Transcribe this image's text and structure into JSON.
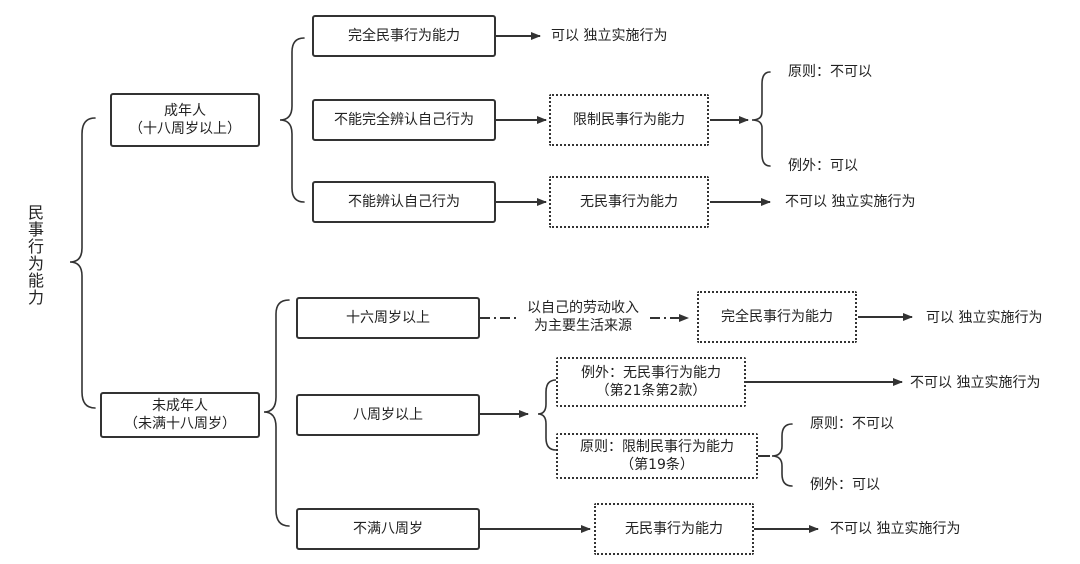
{
  "root": {
    "label": "民事行为能力"
  },
  "adult": {
    "title": "成年人",
    "subtitle": "（十八周岁以上）",
    "full": {
      "condition": "完全民事行为能力",
      "result": "可以 独立实施行为"
    },
    "partial": {
      "condition": "不能完全辨认自己行为",
      "capacity": "限制民事行为能力",
      "rule": "原则：不可以",
      "exception": "例外：可以"
    },
    "none": {
      "condition": "不能辨认自己行为",
      "capacity": "无民事行为能力",
      "result": "不可以 独立实施行为"
    }
  },
  "minor": {
    "title": "未成年人",
    "subtitle": "（未满十八周岁）",
    "sixteen": {
      "condition": "十六周岁以上",
      "note_line1": "以自己的劳动收入",
      "note_line2": "为主要生活来源",
      "capacity": "完全民事行为能力",
      "result": "可以 独立实施行为"
    },
    "eight": {
      "condition": "八周岁以上",
      "exception_line1": "例外：无民事行为能力",
      "exception_line2": "（第21条第2款）",
      "exception_result": "不可以 独立实施行为",
      "principle_line1": "原则：限制民事行为能力",
      "principle_line2": "（第19条）",
      "rule": "原则：不可以",
      "exception": "例外：可以"
    },
    "under_eight": {
      "condition": "不满八周岁",
      "capacity": "无民事行为能力",
      "result": "不可以 独立实施行为"
    }
  }
}
